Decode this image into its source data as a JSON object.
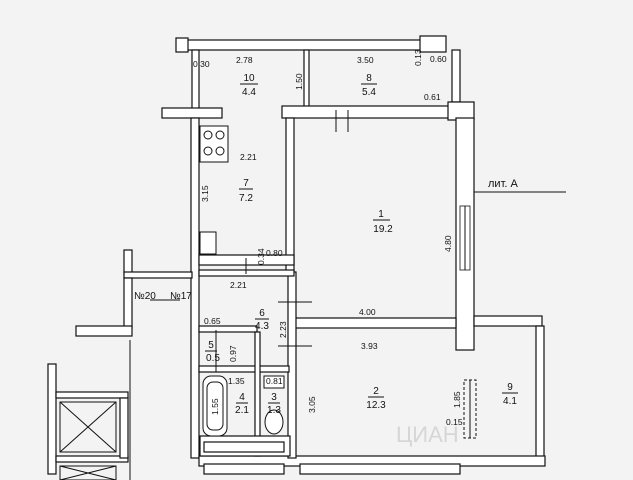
{
  "plan": {
    "building_label": "лит. А",
    "neighbor_labels": [
      "№20",
      "№17"
    ],
    "rooms": [
      {
        "id": "1",
        "number": "1",
        "area": "19.2"
      },
      {
        "id": "2",
        "number": "2",
        "area": "12.3"
      },
      {
        "id": "3",
        "number": "3",
        "area": "1.3"
      },
      {
        "id": "4",
        "number": "4",
        "area": "2.1"
      },
      {
        "id": "5",
        "number": "5",
        "area": "0.5"
      },
      {
        "id": "6",
        "number": "6",
        "area": "4.3"
      },
      {
        "id": "7",
        "number": "7",
        "area": "7.2"
      },
      {
        "id": "8",
        "number": "8",
        "area": "5.4"
      },
      {
        "id": "9",
        "number": "9",
        "area": "4.1"
      },
      {
        "id": "10",
        "number": "10",
        "area": "4.4"
      }
    ],
    "dimensions": [
      "2.78",
      "3.50",
      "0.30",
      "0.13",
      "0.60",
      "0.61",
      "1.50",
      "2.21",
      "3.15",
      "4.80",
      "0.80",
      "0.34",
      "2.21",
      "4.00",
      "0.65",
      "2.23",
      "3.93",
      "0.97",
      "1.35",
      "0.81",
      "1.55",
      "3.05",
      "1.85",
      "0.15"
    ],
    "watermark": "ЦИАН"
  }
}
